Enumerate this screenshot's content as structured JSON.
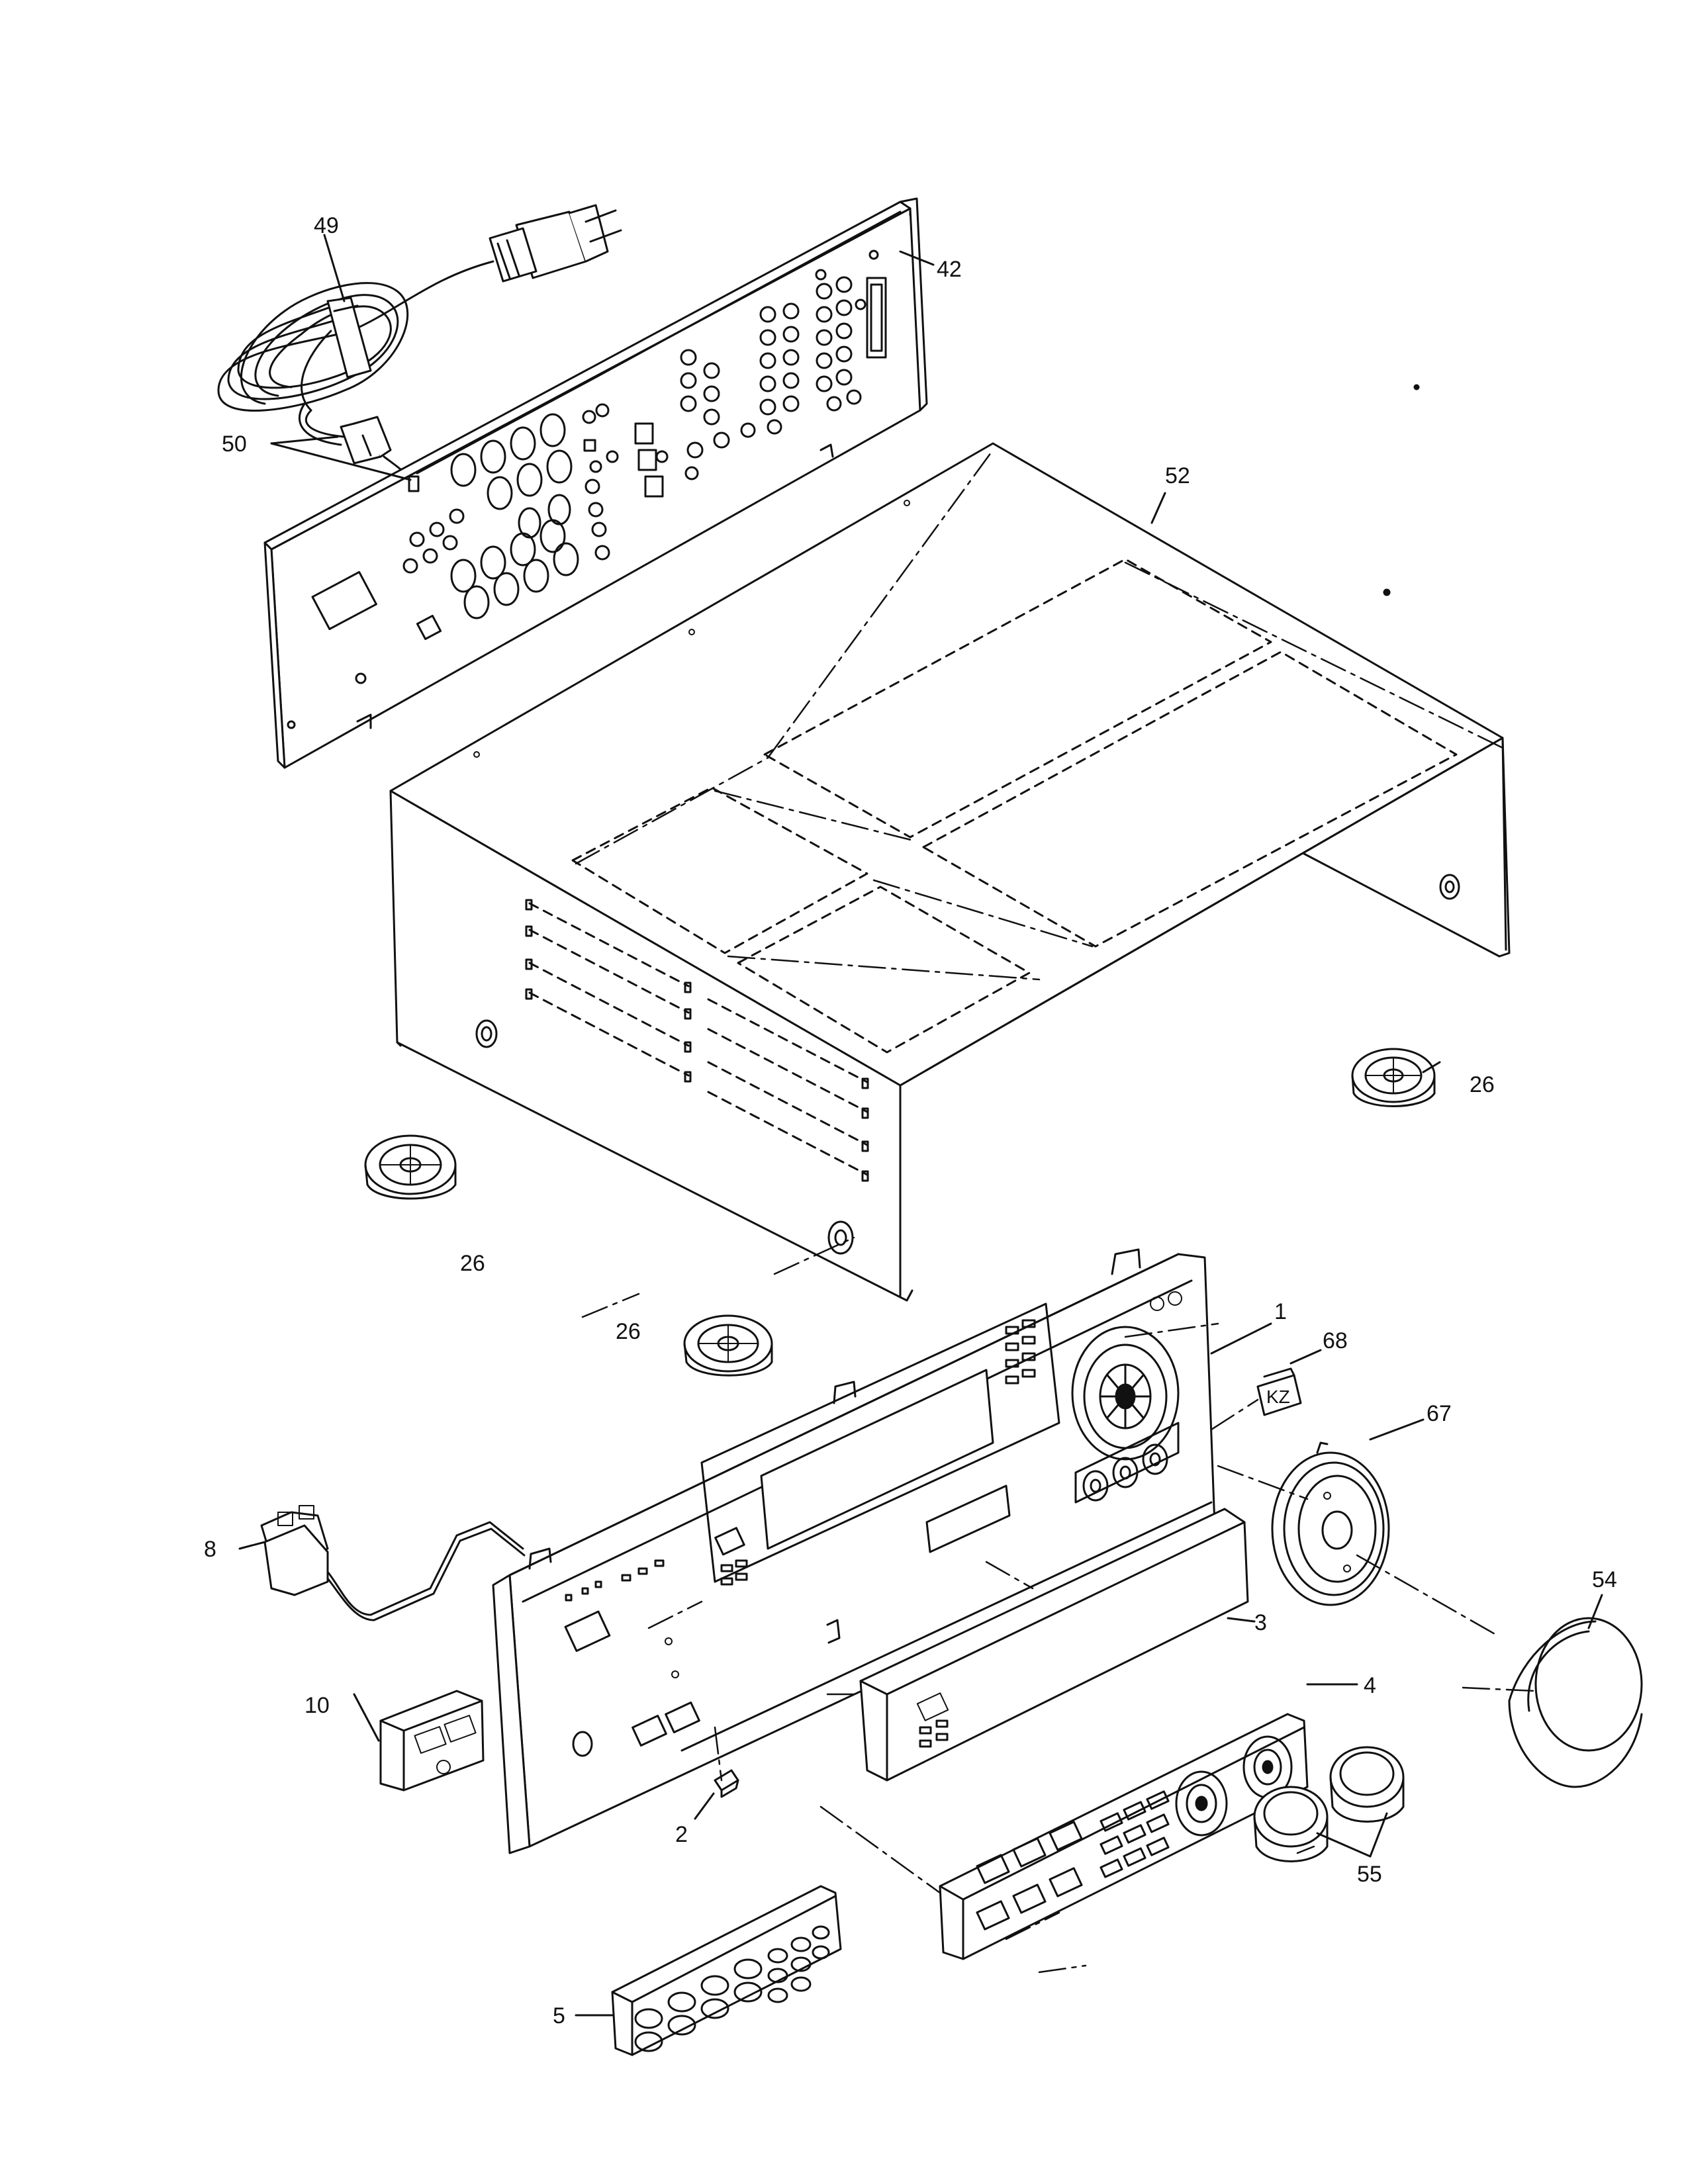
{
  "diagram": {
    "parts": [
      {
        "id": "p42",
        "label": "42"
      },
      {
        "id": "p49",
        "label": "49"
      },
      {
        "id": "p50",
        "label": "50"
      },
      {
        "id": "p52",
        "label": "52"
      },
      {
        "id": "p26a",
        "label": "26"
      },
      {
        "id": "p26b",
        "label": "26"
      },
      {
        "id": "p26c",
        "label": "26"
      },
      {
        "id": "p1",
        "label": "1"
      },
      {
        "id": "p68",
        "label": "68"
      },
      {
        "id": "p67",
        "label": "67"
      },
      {
        "id": "p54",
        "label": "54"
      },
      {
        "id": "p8",
        "label": "8"
      },
      {
        "id": "p3",
        "label": "3"
      },
      {
        "id": "p4",
        "label": "4"
      },
      {
        "id": "p10",
        "label": "10"
      },
      {
        "id": "p2",
        "label": "2"
      },
      {
        "id": "p55",
        "label": "55"
      },
      {
        "id": "p5",
        "label": "5"
      }
    ],
    "switch_marking": "KZ"
  }
}
